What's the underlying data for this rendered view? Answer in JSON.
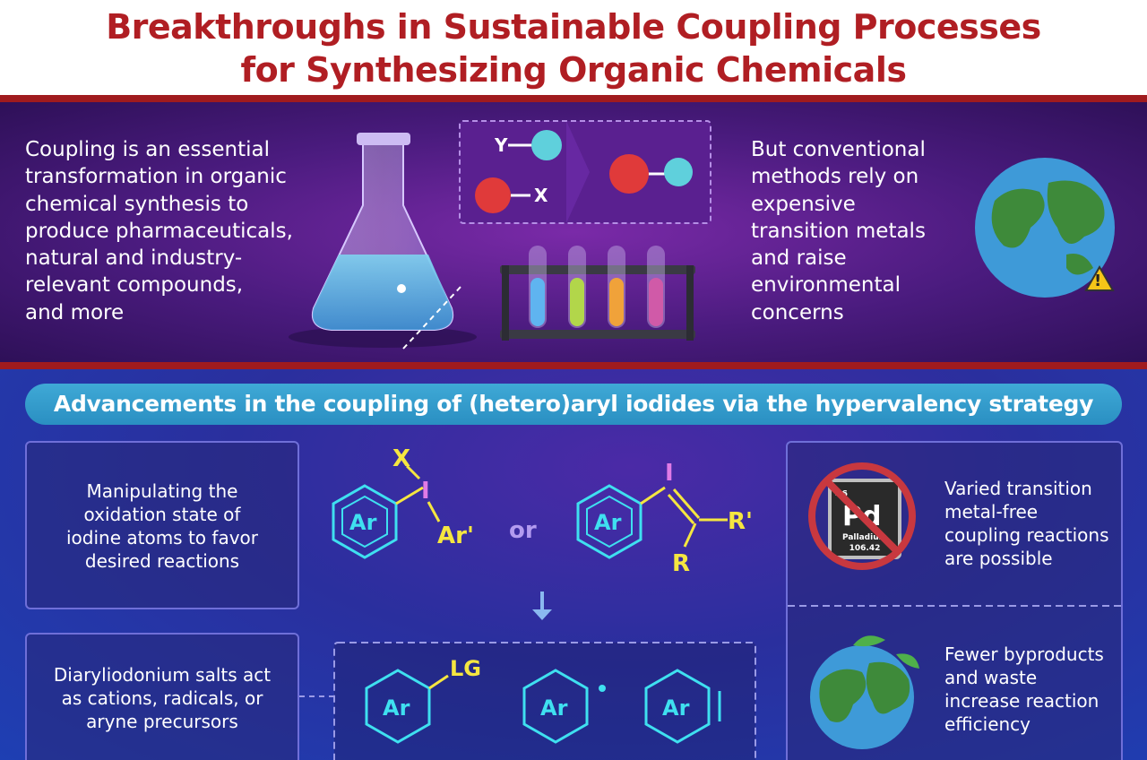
{
  "title": {
    "line1": "Breakthroughs in Sustainable Coupling Processes",
    "line2": "for Synthesizing Organic Chemicals"
  },
  "intro": {
    "lines": [
      "Coupling is an essential",
      "transformation in organic",
      "chemical synthesis to",
      "produce pharmaceuticals,",
      "natural and industry-",
      "relevant compounds,",
      "and more"
    ]
  },
  "molecule_panel": {
    "label_y": "Y",
    "label_x": "X"
  },
  "concern": {
    "lines": [
      "But conventional",
      "methods rely on",
      "expensive",
      "transition metals",
      "and raise",
      "environmental",
      "concerns"
    ]
  },
  "banner": {
    "text": "Advancements in the coupling of (hetero)aryl iodides via the hypervalency strategy"
  },
  "box1": {
    "lines": [
      "Manipulating the",
      "oxidation state of",
      "iodine atoms to favor",
      "desired reactions"
    ]
  },
  "box2": {
    "lines": [
      "Diaryliodonium salts act",
      "as cations, radicals, or",
      "aryne precursors"
    ]
  },
  "structures": {
    "ring_label": "Ar",
    "x": "X",
    "iodine": "I",
    "ar_prime": "Ar'",
    "or": "or",
    "r_prime": "R'",
    "r": "R",
    "lg": "LG"
  },
  "palladium": {
    "number": "46",
    "symbol": "Pd",
    "name": "Palladium",
    "mass": "106.42"
  },
  "benefit1": {
    "lines": [
      "Varied transition",
      "metal-free",
      "coupling reactions",
      "are possible"
    ]
  },
  "benefit2": {
    "lines": [
      "Fewer byproducts",
      "and waste",
      "increase reaction",
      "efficiency"
    ]
  },
  "colors": {
    "title_red": "#b01e23",
    "ring_cyan": "#3fe0f0",
    "accent_yellow": "#f5e640",
    "iodine_pink": "#e07be6",
    "banner_blue": "#3fa9d6"
  }
}
